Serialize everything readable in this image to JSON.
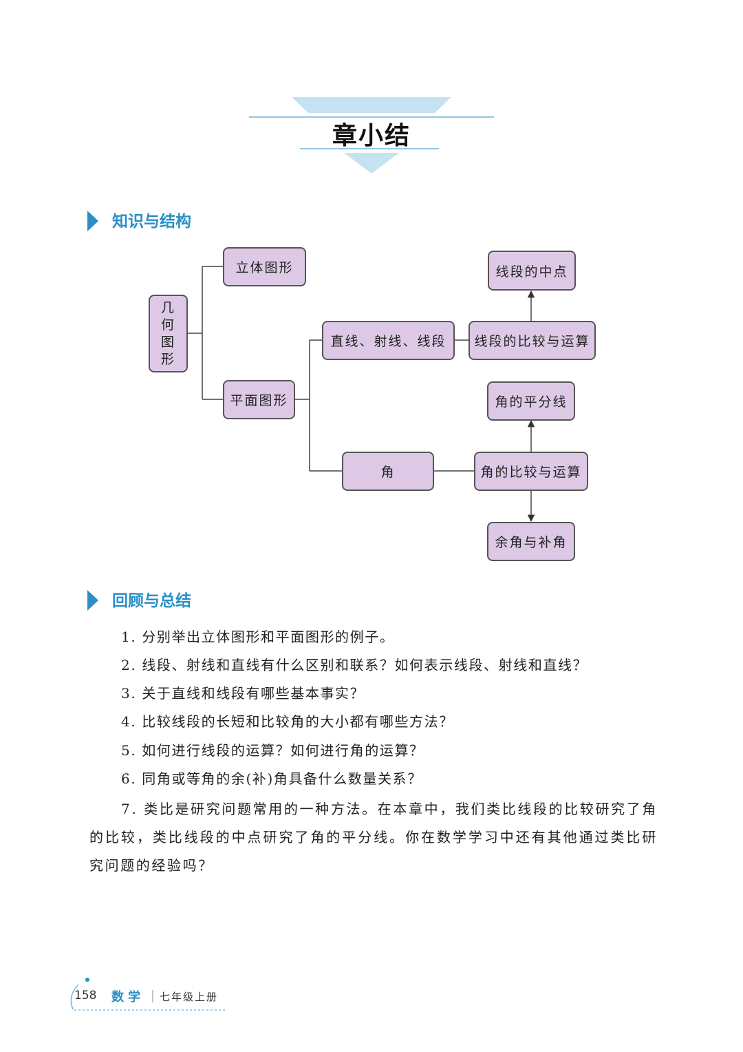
{
  "header": {
    "chapter_title": "章小结"
  },
  "sections": {
    "knowledge_structure": "知识与结构",
    "review_summary": "回顾与总结"
  },
  "diagram": {
    "root": [
      "几",
      "何",
      "图",
      "形"
    ],
    "solid": "立体图形",
    "plane": "平面图形",
    "lines": "直线、射线、线段",
    "angle": "角",
    "segment_compare": "线段的比较与运算",
    "segment_midpoint": "线段的中点",
    "angle_bisector": "角的平分线",
    "angle_compare": "角的比较与运算",
    "complement": "余角与补角"
  },
  "questions": [
    "1. 分别举出立体图形和平面图形的例子。",
    "2. 线段、射线和直线有什么区别和联系？如何表示线段、射线和直线？",
    "3. 关于直线和线段有哪些基本事实？",
    "4. 比较线段的长短和比较角的大小都有哪些方法？",
    "5. 如何进行线段的运算？如何进行角的运算？",
    "6. 同角或等角的余(补)角具备什么数量关系？",
    "7. 类比是研究问题常用的一种方法。在本章中，我们类比线段的比较研究了角的比较，类比线段的中点研究了角的平分线。你在数学学习中还有其他通过类比研究问题的经验吗？"
  ],
  "footer": {
    "page_number": "158",
    "subject": "数学",
    "grade": "七年级上册"
  },
  "colors": {
    "accent": "#2a8fc6",
    "banner": "#c5e2f3",
    "node_fill": "#ddc9e6"
  }
}
